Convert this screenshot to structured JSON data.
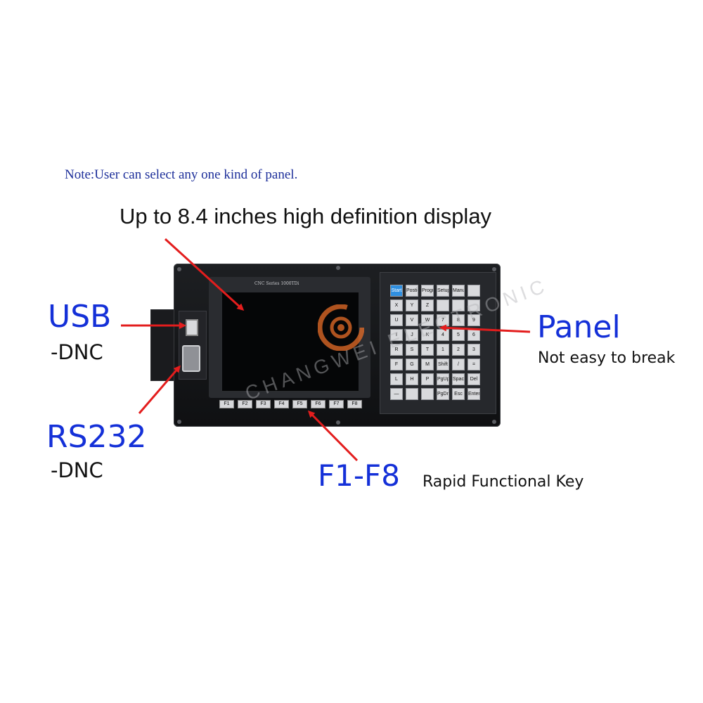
{
  "note": "Note:User can select any one kind of panel.",
  "display_label": "Up to 8.4 inches high definition display",
  "usb": {
    "title": "USB",
    "sub": "-DNC"
  },
  "rs232": {
    "title": "RS232",
    "sub": "-DNC"
  },
  "panel": {
    "title": "Panel",
    "sub": "Not easy to break"
  },
  "fkeys_label": {
    "title": "F1-F8",
    "sub": "Rapid Functional Key"
  },
  "device": {
    "brand": "CNC Series 1000TDi",
    "fkeys": [
      "F1",
      "F2",
      "F3",
      "F4",
      "F5",
      "F6",
      "F7",
      "F8"
    ],
    "keys": [
      "Start",
      "Postion",
      "Program",
      "Setup",
      "Manual",
      "",
      "X",
      "Y",
      "Z",
      "",
      "",
      "",
      "U",
      "V",
      "W",
      "7",
      "8",
      "9",
      "I",
      "J",
      "K",
      "4",
      "5",
      "6",
      "R",
      "S",
      "T",
      "1",
      "2",
      "3",
      "F",
      "G",
      "M",
      "Shift",
      "/",
      "=",
      "L",
      "H",
      "P",
      "PgUp",
      "Space",
      "Del",
      "—",
      "",
      "",
      "PgDn",
      "Esc",
      "Enter"
    ]
  },
  "watermark": "CHANGWEI ELECTRONIC",
  "colors": {
    "accent_blue": "#1430d8",
    "arrow_red": "#e31d1d",
    "note_blue": "#1d2f9a"
  }
}
